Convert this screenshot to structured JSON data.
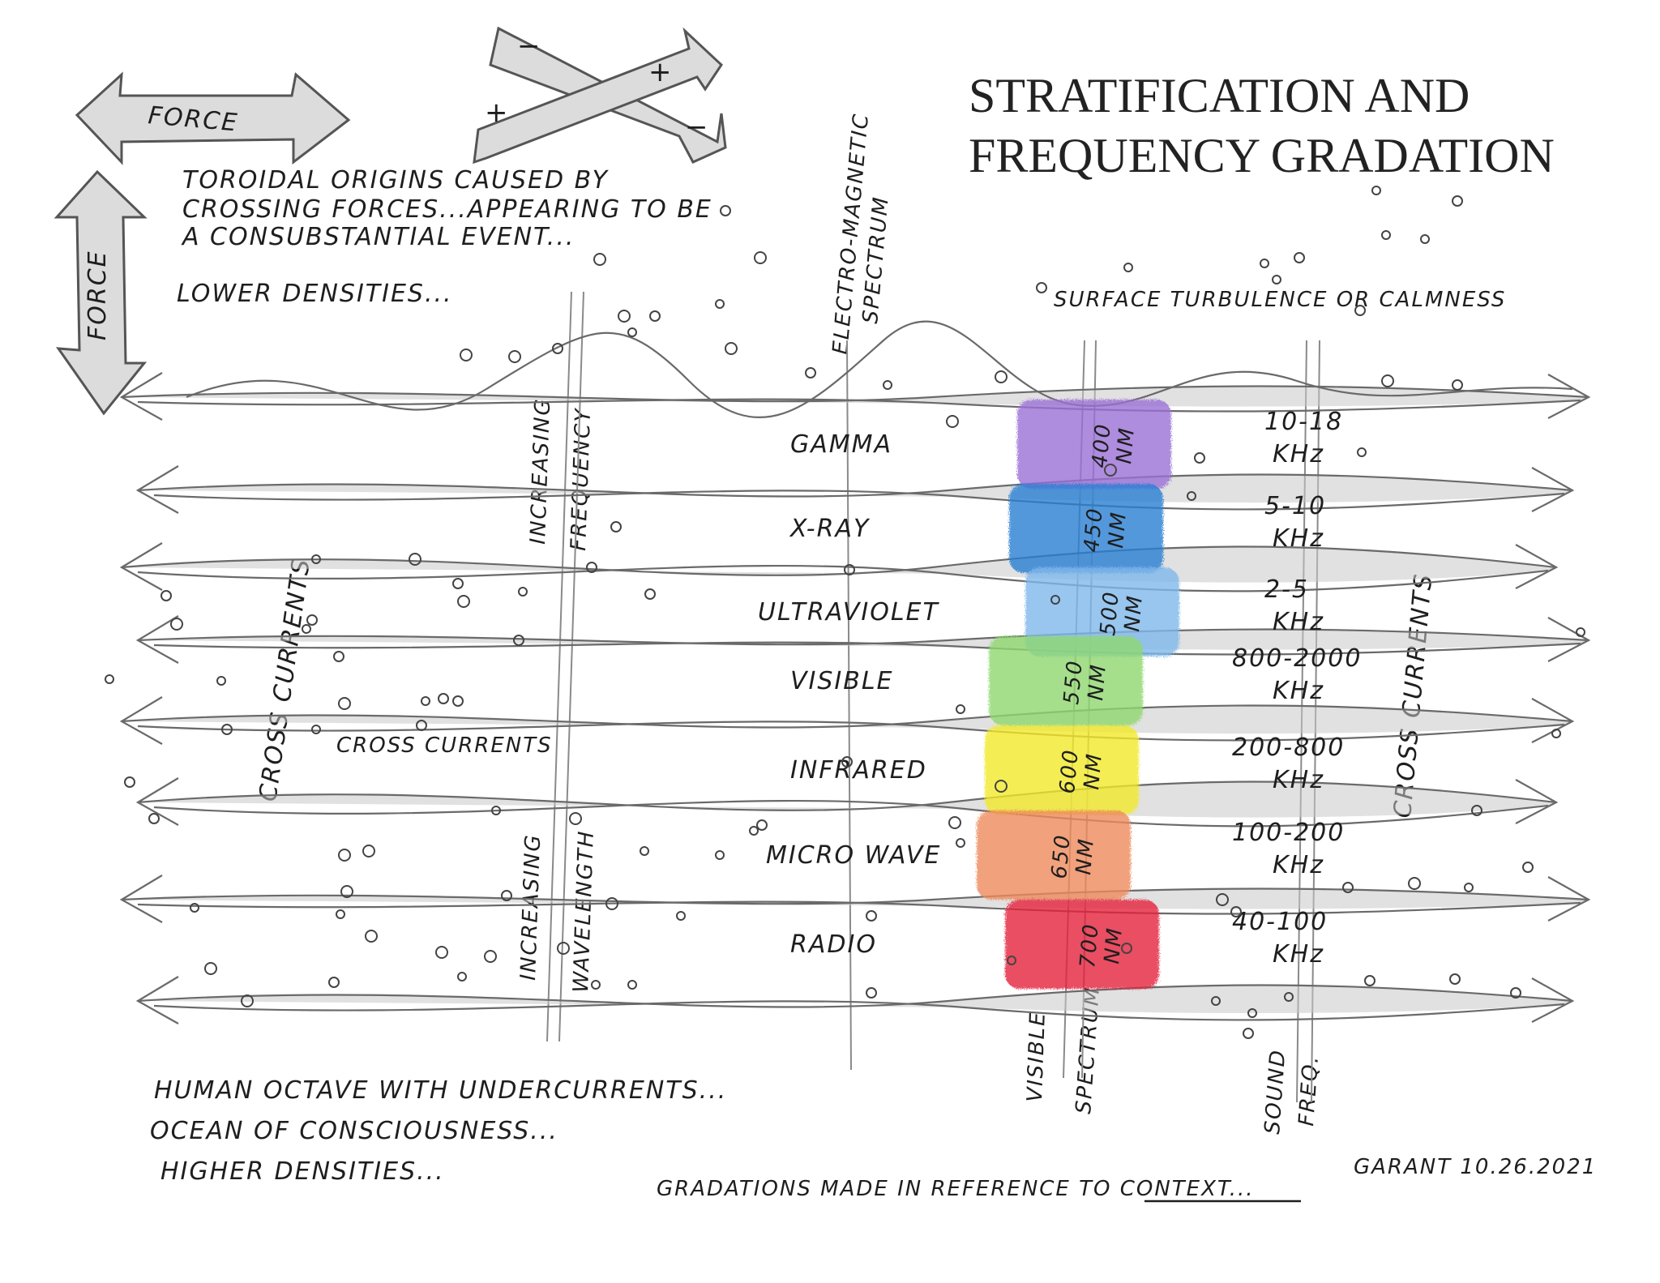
{
  "title": {
    "line1": "STRATIFICATION AND",
    "line2": "FREQUENCY GRADATION"
  },
  "force_labels": {
    "horizontal": "FORCE",
    "vertical": "FORCE"
  },
  "polarity": {
    "minus": "−",
    "plus": "+"
  },
  "notes": {
    "toroidal": [
      "TOROIDAL ORIGINS CAUSED BY",
      "CROSSING FORCES...APPEARING TO BE",
      "A CONSUBSTANTIAL EVENT..."
    ],
    "lower_densities": "LOWER DENSITIES...",
    "surface": "SURFACE TURBULENCE OR CALMNESS",
    "em_spectrum": [
      "ELECTRO-MAGNETIC",
      "SPECTRUM"
    ],
    "increasing_frequency": [
      "INCREASING",
      "FREQUENCY"
    ],
    "increasing_wavelength": [
      "INCREASING",
      "WAVELENGTH"
    ],
    "cross_currents_left": "CROSS CURRENTS",
    "cross_currents_right": "CROSS CURRENTS",
    "cross_currents_mid": "CROSS CURRENTS",
    "visible_spectrum": [
      "VISIBLE",
      "SPECTRUM"
    ],
    "sound_freq": [
      "SOUND",
      "FREQ."
    ],
    "bottom": [
      "HUMAN OCTAVE WITH UNDERCURRENTS...",
      "OCEAN OF CONSCIOUSNESS...",
      "HIGHER DENSITIES..."
    ],
    "gradations": "GRADATIONS MADE IN REFERENCE TO CONTEXT...",
    "signature": "GARANT 10.26.2021"
  },
  "layers": [
    {
      "name": "GAMMA",
      "nm": [
        "400",
        "NM"
      ],
      "khz": [
        "10-18",
        "KHz"
      ],
      "color": "#9b6fd6"
    },
    {
      "name": "X-RAY",
      "nm": [
        "450",
        "NM"
      ],
      "khz": [
        "5-10",
        "KHz"
      ],
      "color": "#2a7fd4"
    },
    {
      "name": "ULTRAVIOLET",
      "nm": [
        "500",
        "NM"
      ],
      "khz": [
        "2-5",
        "KHz"
      ],
      "color": "#7fb8ec"
    },
    {
      "name": "VISIBLE",
      "nm": [
        "550",
        "NM"
      ],
      "khz": [
        "800-2000",
        "KHz"
      ],
      "color": "#8fd86f"
    },
    {
      "name": "INFRARED",
      "nm": [
        "600",
        "NM"
      ],
      "khz": [
        "200-800",
        "KHz"
      ],
      "color": "#f2ea2c"
    },
    {
      "name": "MICRO WAVE",
      "nm": [
        "650",
        "NM"
      ],
      "khz": [
        "100-200",
        "KHz"
      ],
      "color": "#ee8a5c"
    },
    {
      "name": "RADIO",
      "nm": [
        "700",
        "NM"
      ],
      "khz": [
        "40-100",
        "KHz"
      ],
      "color": "#e4203c"
    }
  ]
}
